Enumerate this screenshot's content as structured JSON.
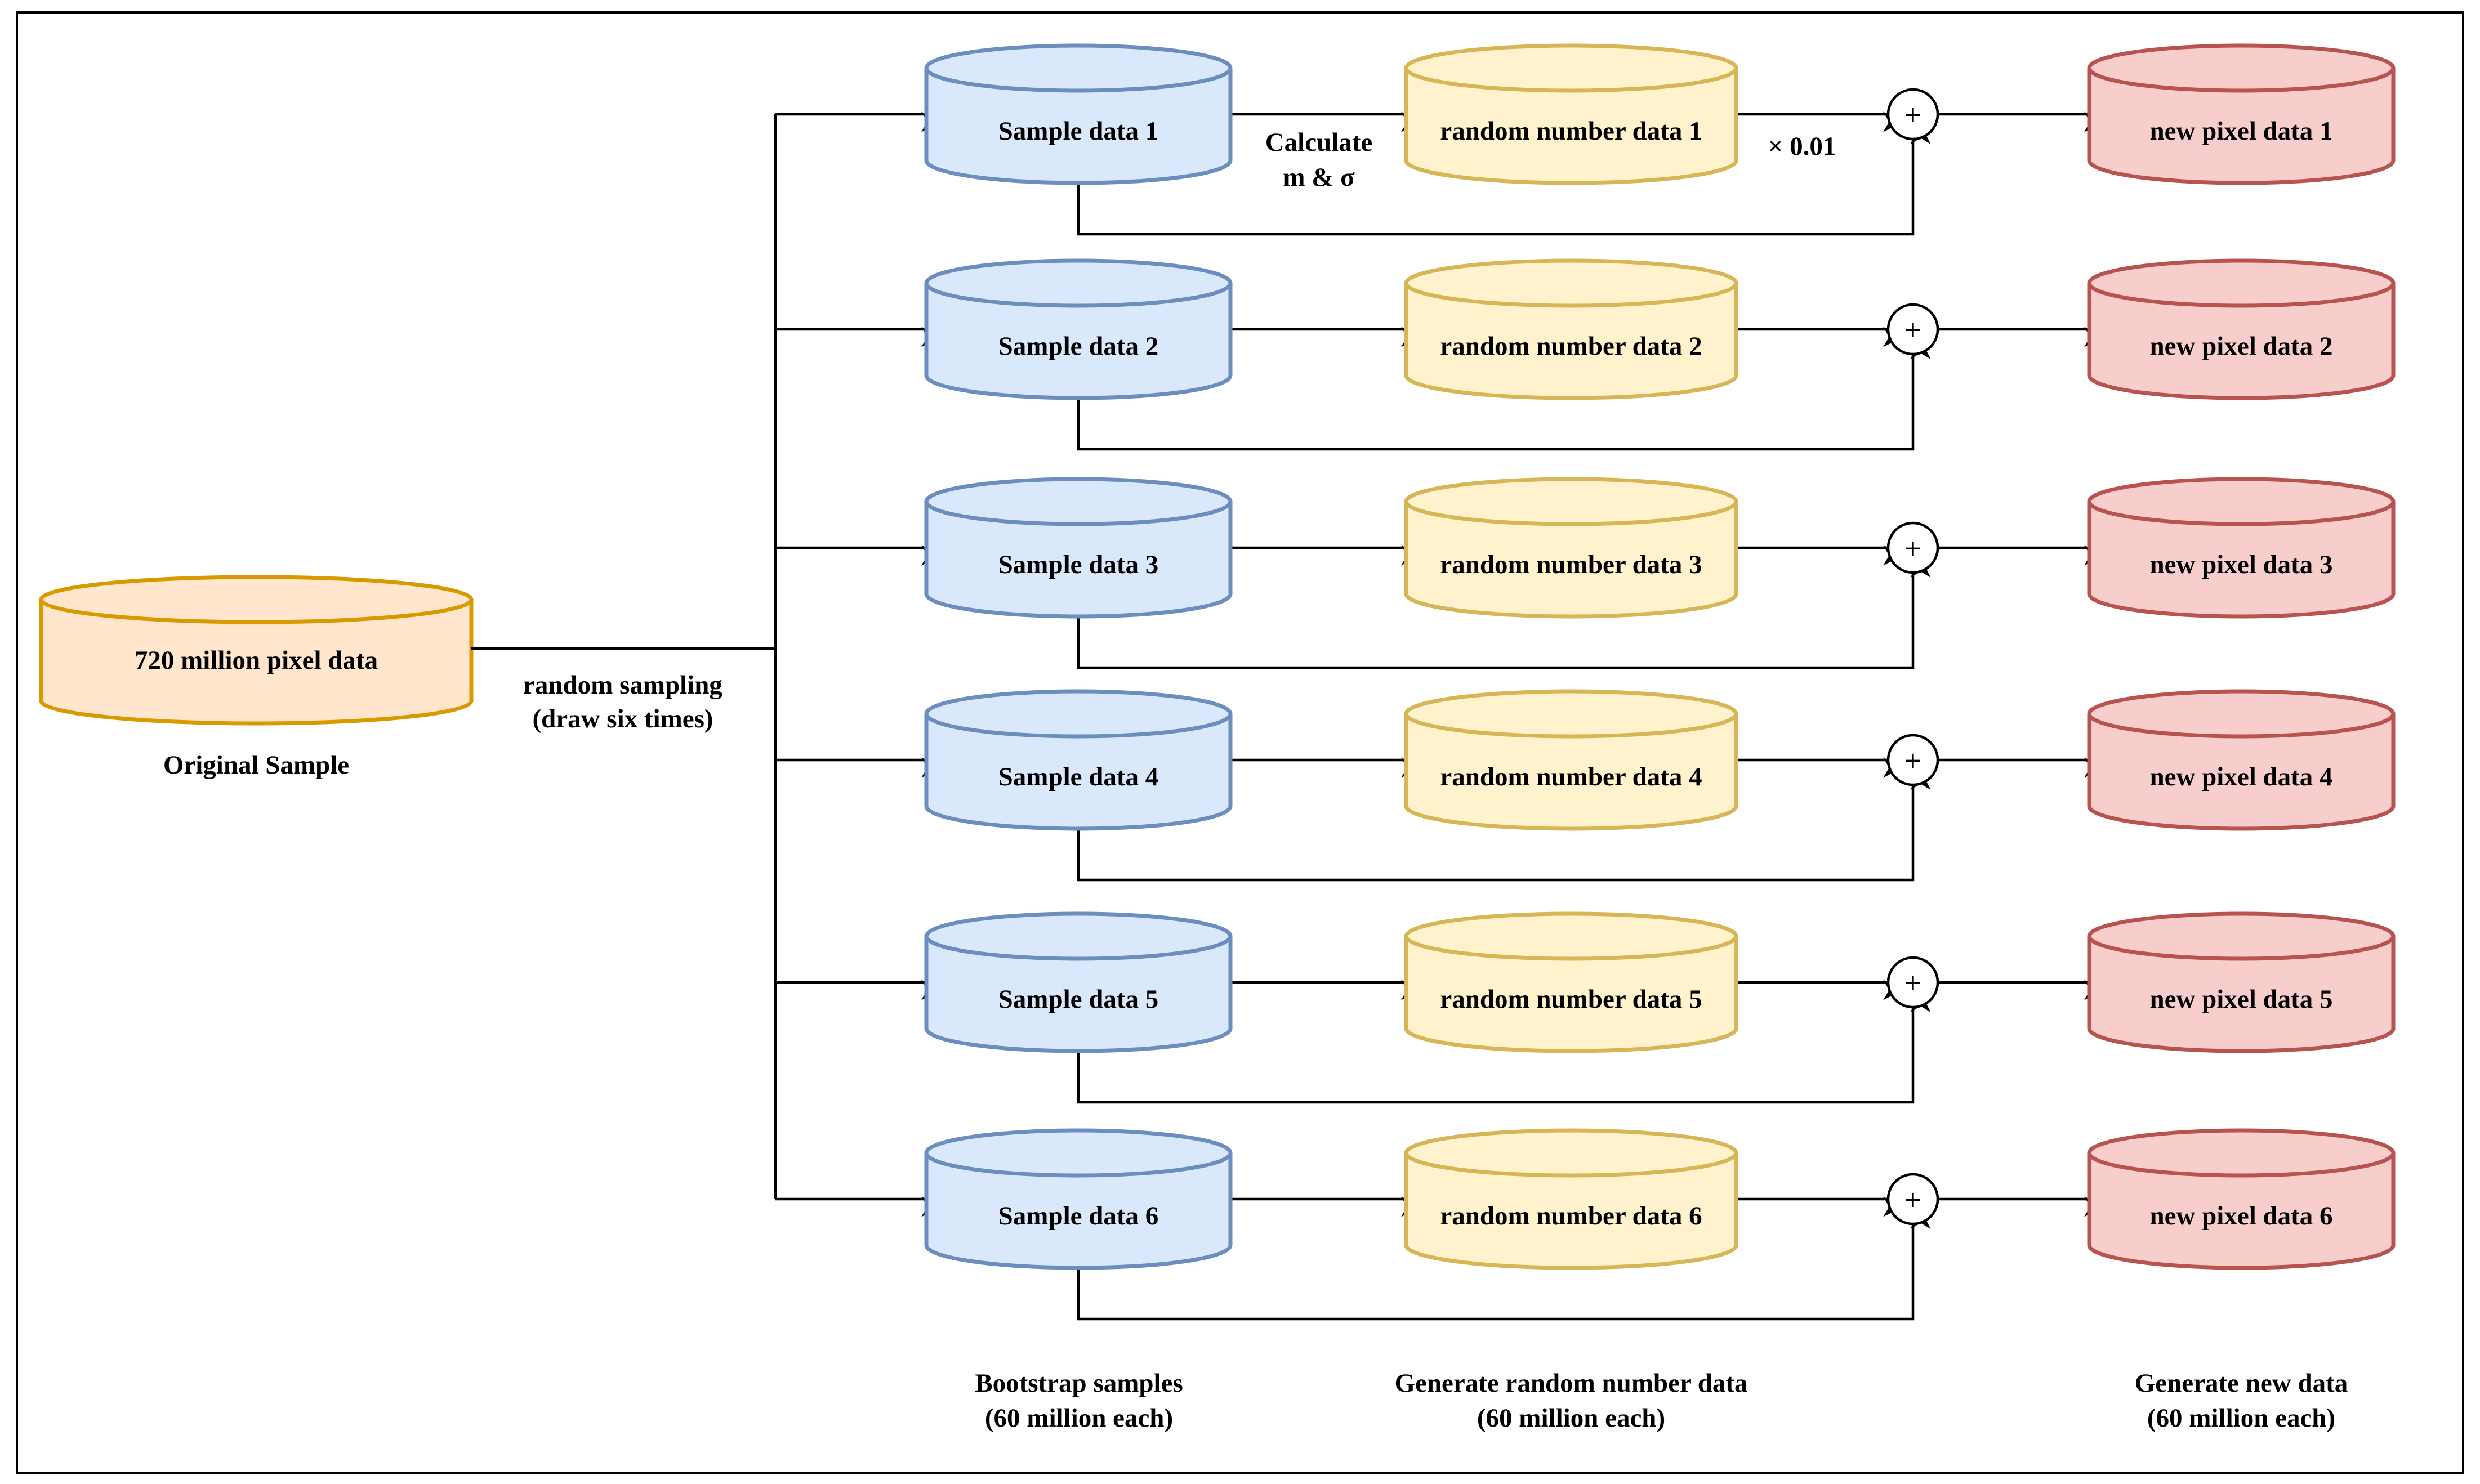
{
  "colors": {
    "original_fill": "#ffe6cc",
    "original_stroke": "#d79b00",
    "sample_fill": "#dae8fc",
    "sample_stroke": "#6c8ebf",
    "random_fill": "#fff2cc",
    "random_stroke": "#d6b656",
    "new_fill": "#f8cecc",
    "new_stroke": "#b85450"
  },
  "original": {
    "label": "720 million pixel data",
    "caption": "Original Sample"
  },
  "sampling_label": [
    "random sampling",
    "(draw six times)"
  ],
  "calc_label": [
    "Calculate",
    "m & σ"
  ],
  "scale_label": "× 0.01",
  "plus_symbol": "+",
  "rows": [
    {
      "sample": "Sample data 1",
      "random": "random number data 1",
      "new": "new pixel data 1"
    },
    {
      "sample": "Sample data 2",
      "random": "random number data 2",
      "new": "new pixel data 2"
    },
    {
      "sample": "Sample data 3",
      "random": "random number data 3",
      "new": "new pixel data 3"
    },
    {
      "sample": "Sample data 4",
      "random": "random number data 4",
      "new": "new pixel data 4"
    },
    {
      "sample": "Sample data 5",
      "random": "random number data 5",
      "new": "new pixel data 5"
    },
    {
      "sample": "Sample data 6",
      "random": "random number data 6",
      "new": "new pixel data 6"
    }
  ],
  "captions": {
    "bootstrap": [
      "Bootstrap samples",
      "(60 million each)"
    ],
    "generate_random": [
      "Generate random number data",
      "(60 million each)"
    ],
    "generate_new": [
      "Generate new data",
      "(60 million each)"
    ]
  }
}
